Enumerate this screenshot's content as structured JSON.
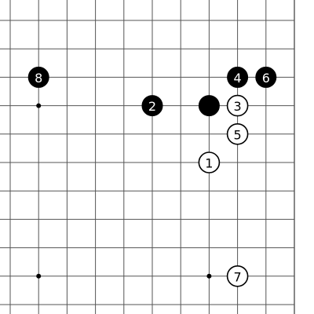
{
  "board": {
    "colors": {
      "background": "#ffffff",
      "grid_line": "#555555",
      "black_stone": "#000000",
      "white_stone": "#ffffff",
      "black_label": "#ffffff",
      "white_label": "#000000"
    },
    "visible_region": {
      "columns": 11,
      "rows": 11,
      "right_edge": true,
      "top_edge": false,
      "left_edge": false,
      "bottom_edge": false
    },
    "star_points": [
      {
        "col": 1,
        "row": 3
      },
      {
        "col": 1,
        "row": 9
      },
      {
        "col": 7,
        "row": 9
      }
    ],
    "stones": [
      {
        "color": "black",
        "col": 1,
        "row": 2,
        "label": "8"
      },
      {
        "color": "black",
        "col": 8,
        "row": 2,
        "label": "4"
      },
      {
        "color": "black",
        "col": 9,
        "row": 2,
        "label": "6"
      },
      {
        "color": "black",
        "col": 5,
        "row": 3,
        "label": "2"
      },
      {
        "color": "black",
        "col": 7,
        "row": 3,
        "label": ""
      },
      {
        "color": "white",
        "col": 8,
        "row": 3,
        "label": "3"
      },
      {
        "color": "white",
        "col": 8,
        "row": 4,
        "label": "5"
      },
      {
        "color": "white",
        "col": 7,
        "row": 5,
        "label": "1"
      },
      {
        "color": "white",
        "col": 8,
        "row": 9,
        "label": "7"
      }
    ]
  }
}
